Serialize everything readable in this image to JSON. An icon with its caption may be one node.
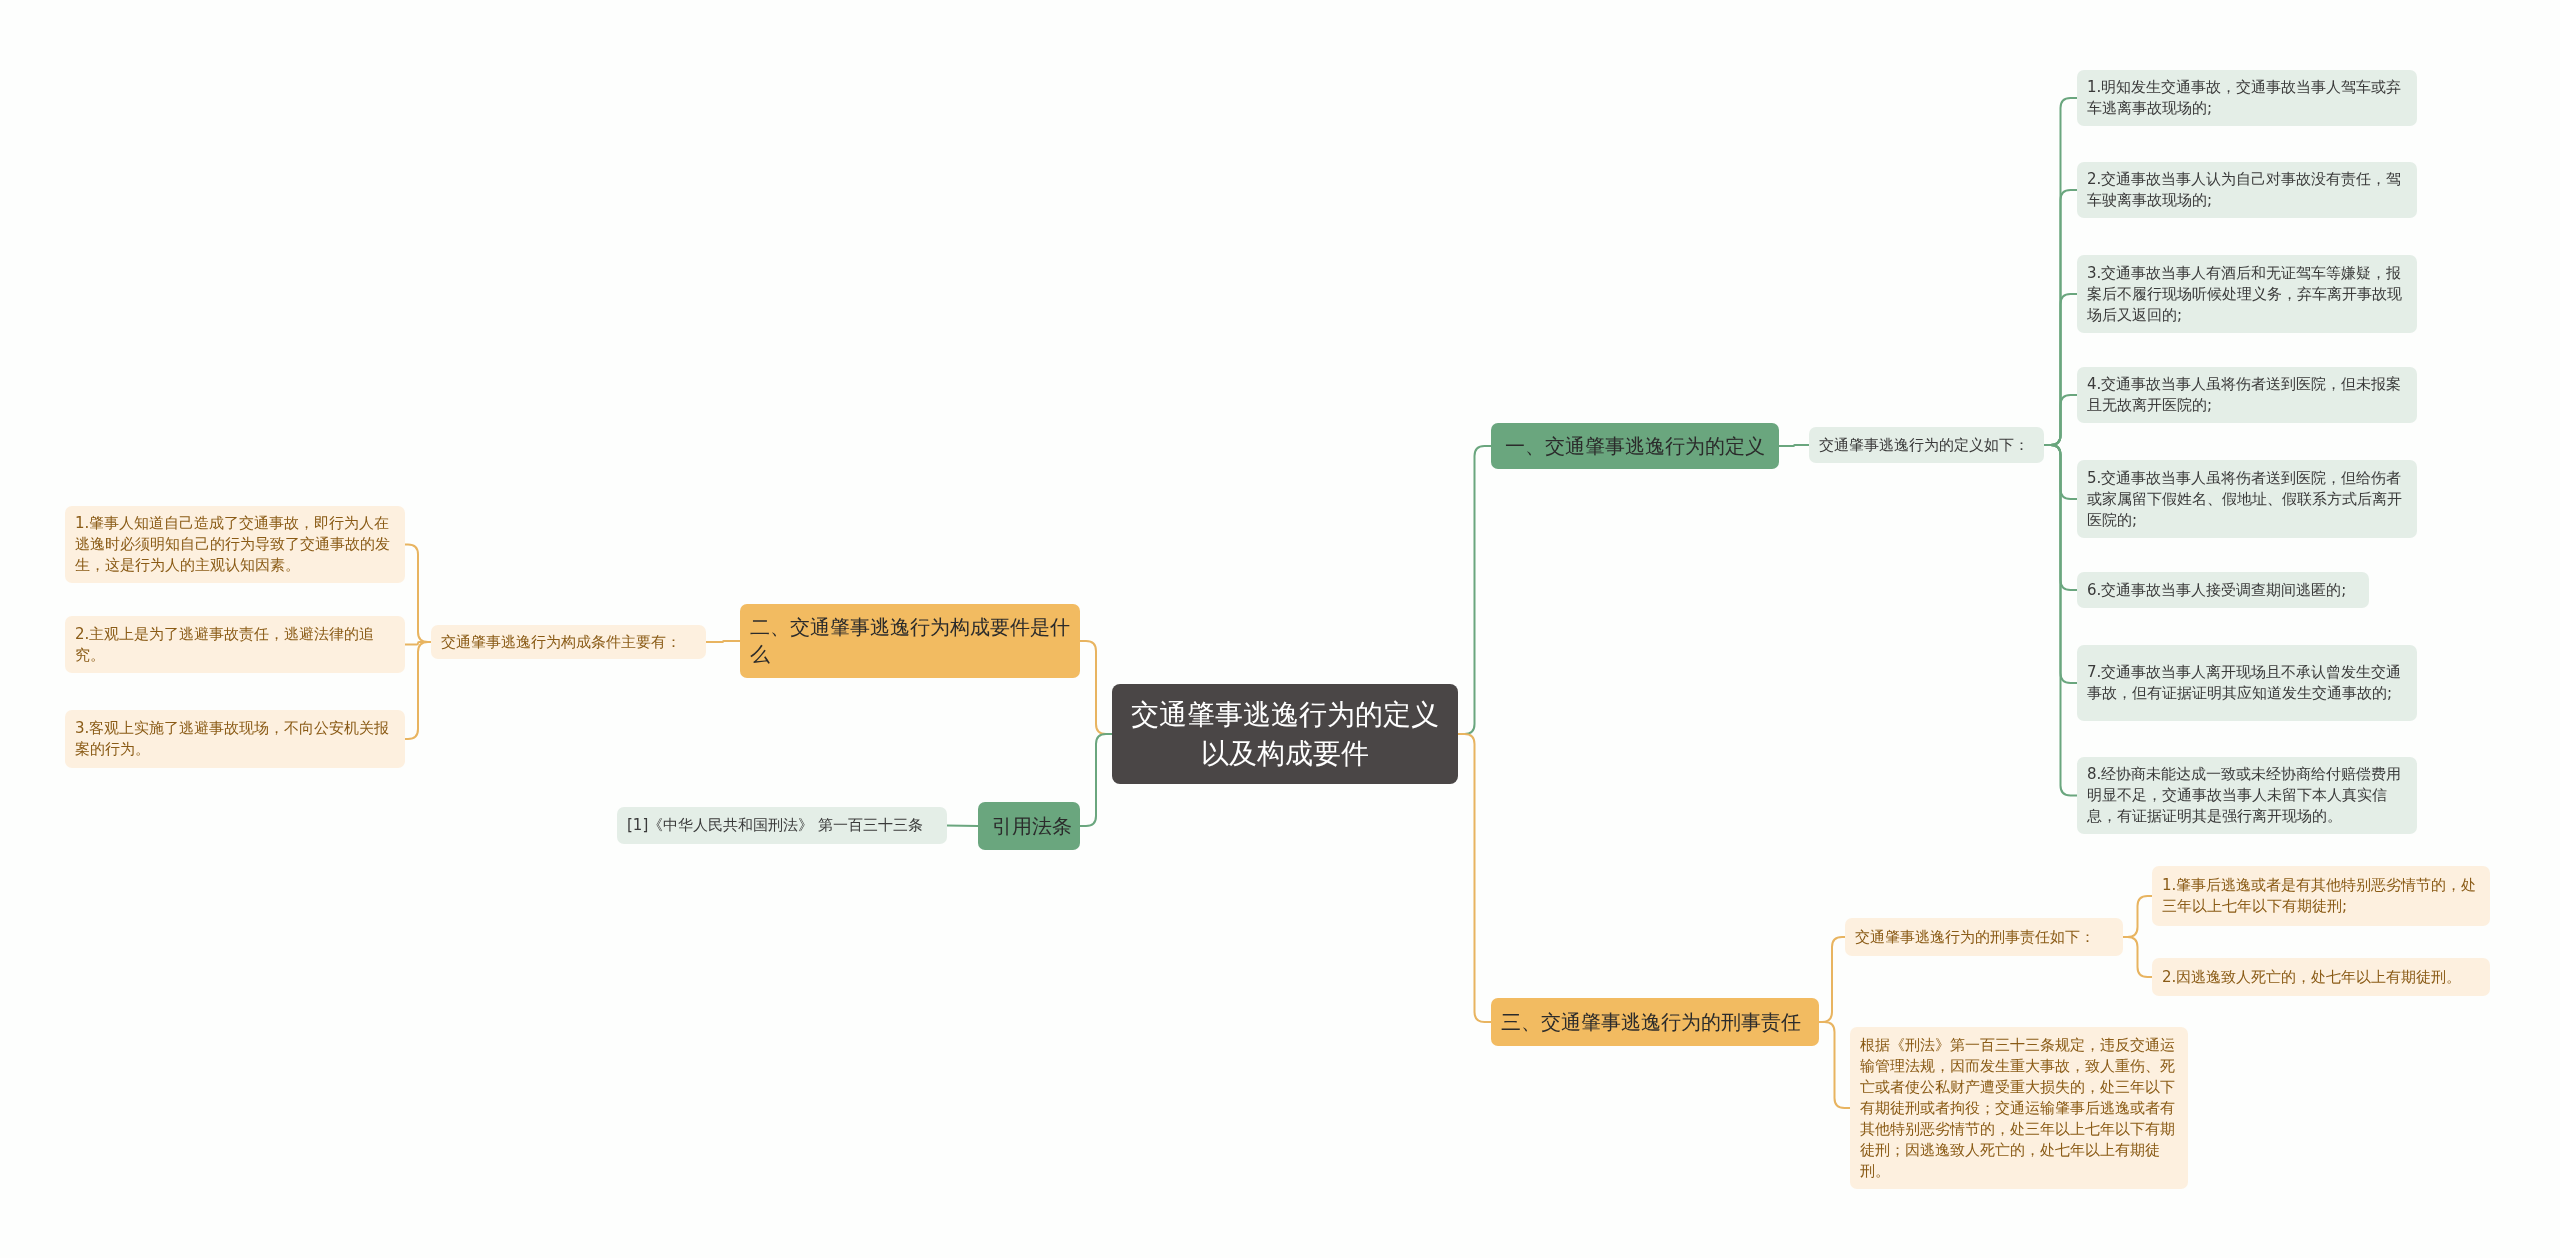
{
  "diagram": {
    "nodes": [
      {
        "text": [
          "交通肇事逃逸行为的定义以及构成要件"
        ]
      },
      {
        "text": [
          "一、交通肇事逃逸行为的定义"
        ]
      },
      {
        "text": [
          "交通肇事逃逸行为的定义如下："
        ]
      },
      {
        "text": [
          "1.明知发生交通事故，交通事故当事人驾车或弃车逃离事故现场的;"
        ]
      },
      {
        "text": [
          "2.交通事故当事人认为自己对事故没有责任，驾车驶离事故现场的;"
        ]
      },
      {
        "text": [
          "3.交通事故当事人有酒后和无证驾车等嫌疑，报案后不履行现场听候处理义务，弃车离开事故现场后又返回的;"
        ]
      },
      {
        "text": [
          "4.交通事故当事人虽将伤者送到医院，但未报案且无故离开医院的;"
        ]
      },
      {
        "text": [
          "5.交通事故当事人虽将伤者送到医院，但给伤者或家属留下假姓名、假地址、假联系方式后离开医院的;"
        ]
      },
      {
        "text": [
          "6.交通事故当事人接受调查期间逃匿的;"
        ]
      },
      {
        "text": [
          "7.交通事故当事人离开现场且不承认曾发生交通事故，但有证据证明其应知道发生交通事故的;"
        ]
      },
      {
        "text": [
          "8.经协商未能达成一致或未经协商给付赔偿费用明显不足，交通事故当事人未留下本人真实信息，有证据证明其是强行离开现场的。"
        ]
      },
      {
        "text": [
          "二、交通肇事逃逸行为构成要件是什么"
        ]
      },
      {
        "text": [
          "交通肇事逃逸行为构成条件主要有："
        ]
      },
      {
        "text": [
          "1.肇事人知道自己造成了交通事故，即行为人在逃逸时必须明知自己的行为导致了交通事故的发生，这是行为人的主观认知因素。"
        ]
      },
      {
        "text": [
          "2.主观上是为了逃避事故责任，逃避法律的追究。"
        ]
      },
      {
        "text": [
          "3.客观上实施了逃避事故现场，不向公安机关报案的行为。"
        ]
      },
      {
        "text": [
          "引用法条"
        ]
      },
      {
        "text": [
          "[1]《中华人民共和国刑法》 第一百三十三条"
        ]
      },
      {
        "text": [
          "三、交通肇事逃逸行为的刑事责任"
        ]
      },
      {
        "text": [
          "交通肇事逃逸行为的刑事责任如下："
        ]
      },
      {
        "text": [
          "1.肇事后逃逸或者是有其他特别恶劣情节的，处三年以上七年以下有期徒刑;"
        ]
      },
      {
        "text": [
          "2.因逃逸致人死亡的，处七年以上有期徒刑。"
        ]
      },
      {
        "text": [
          " 根据《刑法》第一百三十三条规定，违反交通运输管理法规，因而发生重大事故，致人重伤、死亡或者使公私财产遭受重大损失的，处三年以下有期徒刑或者拘役；交通运输肇事后逃逸或者有其他特别恶劣情节的，处三年以上七年以下有期徒刑；因逃逸致人死亡的，处七年以上有期徒刑。"
        ]
      }
    ],
    "edges": [
      {
        "from": 0,
        "to": 1,
        "arrow": "none"
      },
      {
        "from": 1,
        "to": 2,
        "arrow": "none"
      },
      {
        "from": 2,
        "to": 3,
        "arrow": "none"
      },
      {
        "from": 2,
        "to": 4,
        "arrow": "none"
      },
      {
        "from": 2,
        "to": 5,
        "arrow": "none"
      },
      {
        "from": 2,
        "to": 6,
        "arrow": "none"
      },
      {
        "from": 2,
        "to": 7,
        "arrow": "none"
      },
      {
        "from": 2,
        "to": 8,
        "arrow": "none"
      },
      {
        "from": 2,
        "to": 9,
        "arrow": "none"
      },
      {
        "from": 2,
        "to": 10,
        "arrow": "none"
      },
      {
        "from": 0,
        "to": 11,
        "arrow": "none",
        "color": "#e8b460"
      },
      {
        "from": 11,
        "to": 12,
        "arrow": "none",
        "color": "#e8b460"
      },
      {
        "from": 12,
        "to": 13,
        "arrow": "none",
        "color": "#e8b460"
      },
      {
        "from": 12,
        "to": 14,
        "arrow": "none",
        "color": "#e8b460"
      },
      {
        "from": 12,
        "to": 15,
        "arrow": "none",
        "color": "#e8b460"
      },
      {
        "from": 0,
        "to": 16,
        "arrow": "none"
      },
      {
        "from": 16,
        "to": 17,
        "arrow": "none"
      },
      {
        "from": 0,
        "to": 18,
        "arrow": "none",
        "color": "#e8b460"
      },
      {
        "from": 18,
        "to": 19,
        "arrow": "none",
        "color": "#e8b460"
      },
      {
        "from": 18,
        "to": 22,
        "arrow": "none",
        "color": "#e8b460"
      },
      {
        "from": 19,
        "to": 20,
        "arrow": "none",
        "color": "#e8b460"
      },
      {
        "from": 19,
        "to": 21,
        "arrow": "none",
        "color": "#e8b460"
      }
    ]
  }
}
